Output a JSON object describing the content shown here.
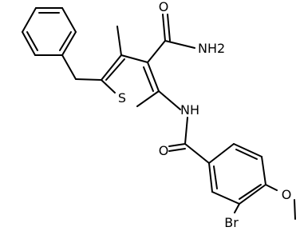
{
  "molecule": {
    "atom_labels": {
      "carbonyl_o_amide": "O",
      "nh2": "NH2",
      "thiophene_s": "S",
      "nh": "NH",
      "carbonyl_o_benzamide": "O",
      "methoxy_o": "O",
      "bromine": "Br"
    }
  }
}
